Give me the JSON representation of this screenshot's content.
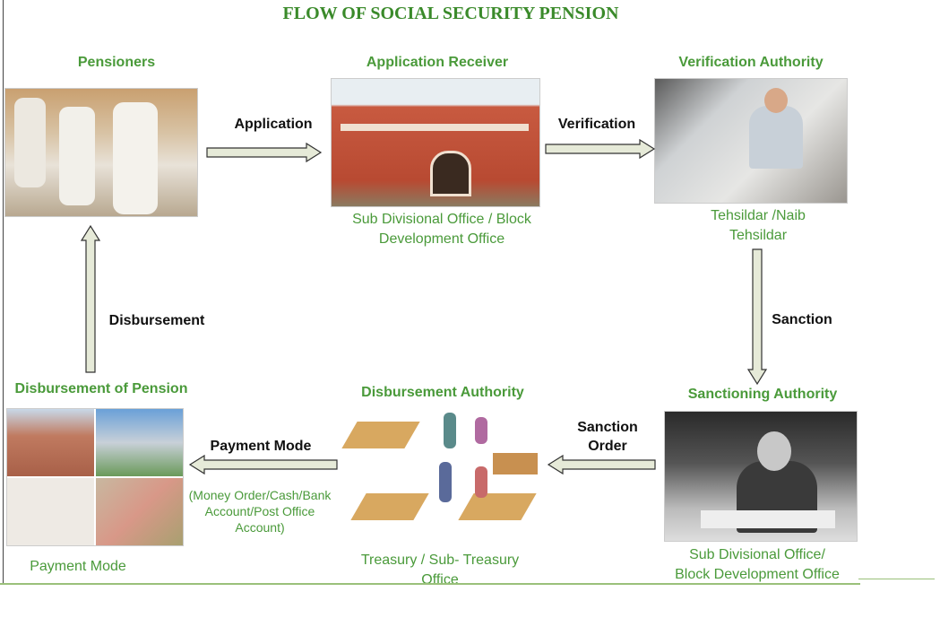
{
  "title": "FLOW OF SOCIAL SECURITY PENSION",
  "nodes": {
    "pensioners": {
      "heading": "Pensioners"
    },
    "receiver": {
      "heading": "Application Receiver",
      "caption": [
        "Sub Divisional Office / Block",
        "Development Office"
      ]
    },
    "verification": {
      "heading": "Verification Authority",
      "caption": [
        "Tehsildar /Naib",
        "Tehsildar"
      ]
    },
    "sanctioning": {
      "heading": "Sanctioning Authority",
      "caption": [
        "Sub Divisional Office/",
        "Block Development Office"
      ]
    },
    "disb_authority": {
      "heading": "Disbursement Authority",
      "caption": [
        "Treasury / Sub- Treasury",
        "Office"
      ]
    },
    "disb_pension": {
      "heading": "Disbursement of Pension",
      "caption": "Payment Mode"
    }
  },
  "edges": {
    "application": "Application",
    "verification": "Verification",
    "sanction": "Sanction",
    "sanction_order": [
      "Sanction",
      "Order"
    ],
    "payment_mode": "Payment Mode",
    "payment_detail": [
      "(Money Order/Cash/Bank",
      "Account/Post Office",
      "Account)"
    ],
    "disbursement": "Disbursement"
  },
  "colors": {
    "heading": "#4a9a3a",
    "arrow_fill": "#e6ead8",
    "arrow_stroke": "#333333"
  }
}
